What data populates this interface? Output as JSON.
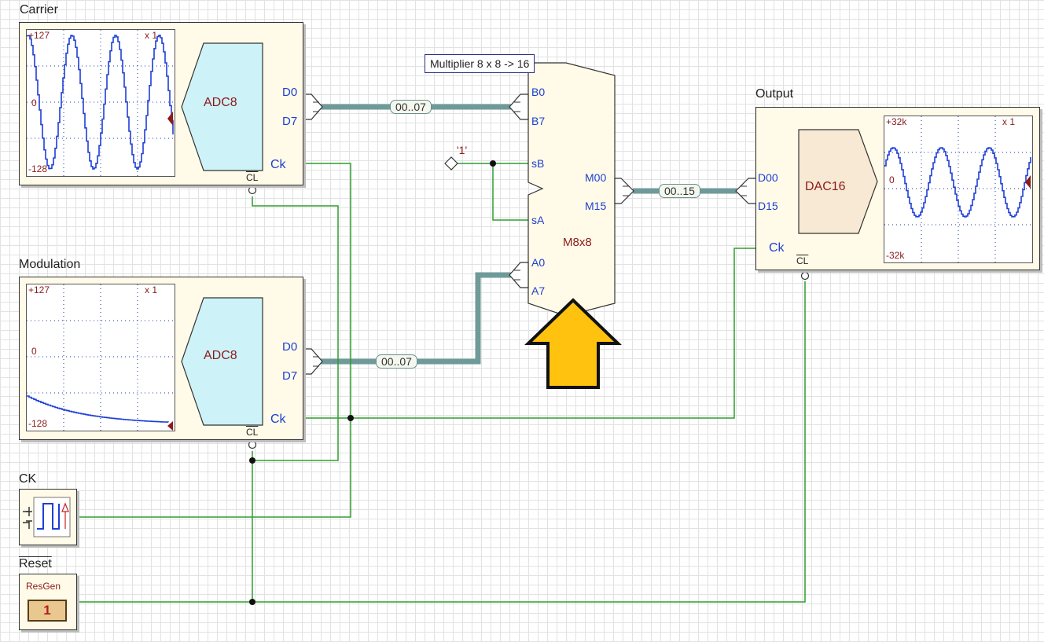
{
  "blocks": {
    "carrier": {
      "title": "Carrier",
      "scope_top": "+127",
      "scope_mid": "0",
      "scope_bot": "-128",
      "scope_zoom": "x 1",
      "adc": "ADC8",
      "d_hi": "D0",
      "d_lo": "D7",
      "ck": "Ck",
      "cl": "CL"
    },
    "modulation": {
      "title": "Modulation",
      "scope_top": "+127",
      "scope_mid": "0",
      "scope_bot": "-128",
      "scope_zoom": "x 1",
      "adc": "ADC8",
      "d_hi": "D0",
      "d_lo": "D7",
      "ck": "Ck",
      "cl": "CL"
    },
    "output": {
      "title": "Output",
      "scope_top": "+32k",
      "scope_mid": "0",
      "scope_bot": "-32k",
      "scope_zoom": "x 1",
      "dac": "DAC16",
      "d_hi": "D00",
      "d_lo": "D15",
      "ck": "Ck",
      "cl": "CL"
    },
    "multiplier": {
      "tooltip": "Multiplier 8 x 8 -> 16",
      "name": "M8x8",
      "b0": "B0",
      "b7": "B7",
      "sb": "sB",
      "sa": "sA",
      "a0": "A0",
      "a7": "A7",
      "m00": "M00",
      "m15": "M15",
      "const_one": "'1'"
    },
    "ck": {
      "title": "CK"
    },
    "reset": {
      "title": "Reset",
      "label": "ResGen",
      "button": "1"
    }
  },
  "buses": {
    "carrier_bus": "00..07",
    "modulation_bus": "00..07",
    "output_bus": "00..15"
  },
  "colors": {
    "wire": "#2f9e2f",
    "bus": "#6f9a9a",
    "adc_fill": "#cdf2f8",
    "dac_fill": "#f8e9d4",
    "panel": "#fffbe8",
    "arrow": "#ffc20e",
    "trace": "#1e3fd6"
  }
}
